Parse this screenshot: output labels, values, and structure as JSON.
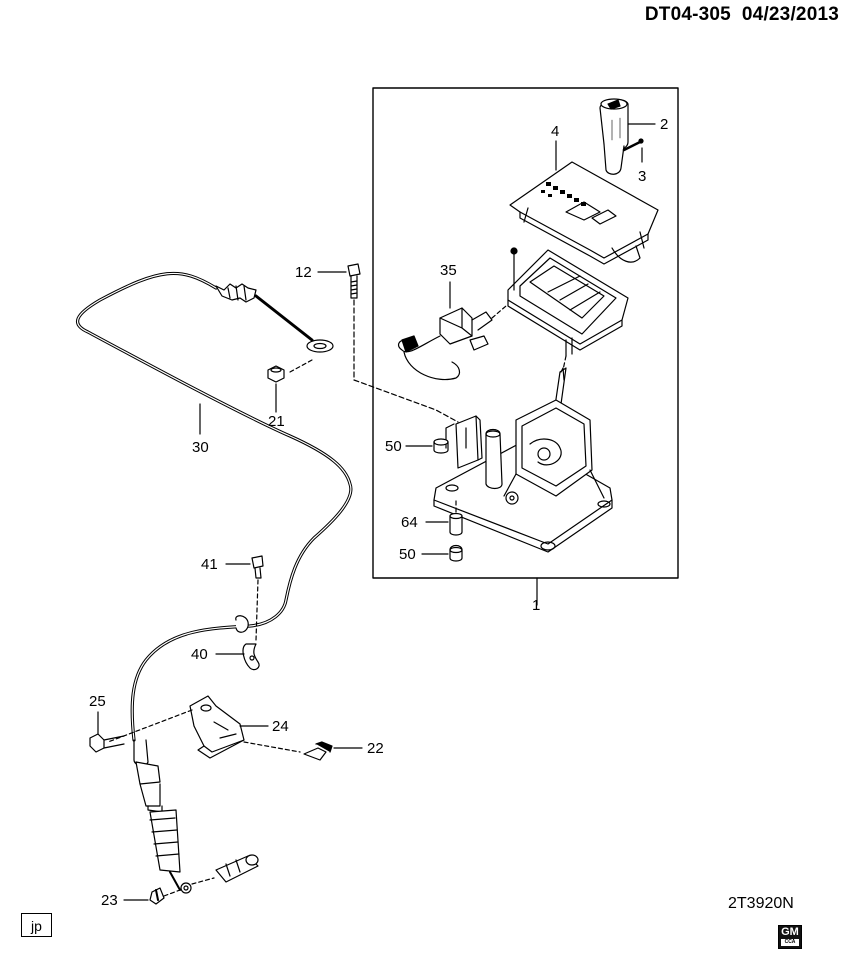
{
  "header": {
    "code": "DT04-305",
    "date": "04/23/2013"
  },
  "figure_id": "2T3920N",
  "tag": "jp",
  "logo": {
    "text": "GM",
    "subtext": "CCA"
  },
  "callouts": {
    "c1": "1",
    "c2": "2",
    "c3": "3",
    "c4": "4",
    "c12": "12",
    "c35": "35",
    "c21": "21",
    "c30": "30",
    "c50a": "50",
    "c64": "64",
    "c50b": "50",
    "c41": "41",
    "c40": "40",
    "c25": "25",
    "c24": "24",
    "c22": "22",
    "c23": "23"
  }
}
